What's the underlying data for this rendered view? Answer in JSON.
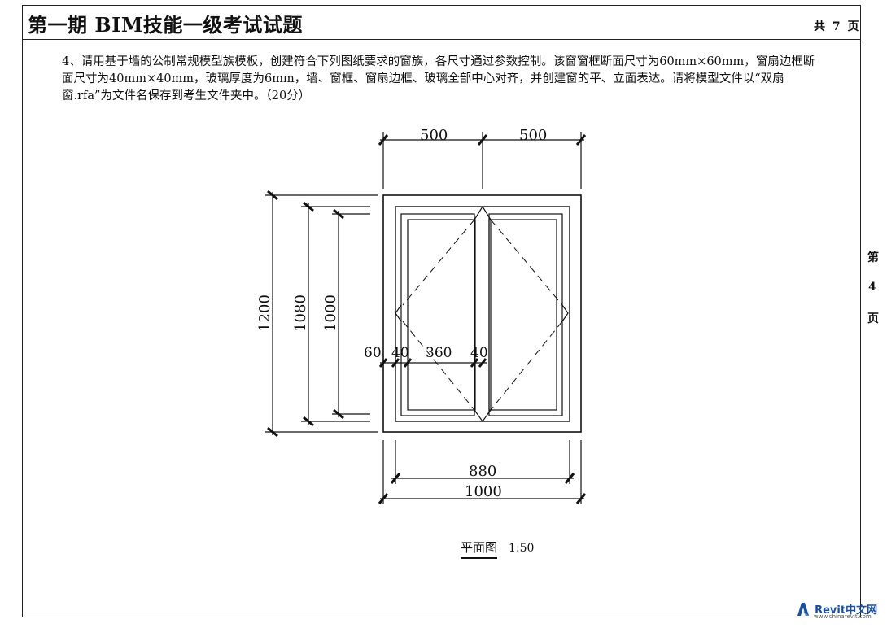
{
  "header": {
    "title": "第一期 BIM技能一级考试试题",
    "total_pages": "共 7 页"
  },
  "side_page": {
    "di": "第",
    "num": "4",
    "ye": "页"
  },
  "question": {
    "text": "4、请用基于墙的公制常规模型族模板，创建符合下列图纸要求的窗族，各尺寸通过参数控制。该窗窗框断面尺寸为60mm×60mm，窗扇边框断面尺寸为40mm×40mm，玻璃厚度为6mm，墙、窗框、窗扇边框、玻璃全部中心对齐，并创建窗的平、立面表达。请将模型文件以“双扇窗.rfa”为文件名保存到考生文件夹中。（20分）"
  },
  "drawing": {
    "dims": {
      "top_left": "500",
      "top_right": "500",
      "left_outer": "1200",
      "left_mid": "1080",
      "left_inner": "1000",
      "mid_60": "60",
      "mid_40a": "40",
      "mid_360": "360",
      "mid_40b": "40",
      "bottom_880": "880",
      "bottom_1000": "1000"
    },
    "caption": "平面图",
    "scale": "1:50"
  },
  "watermark": {
    "brand": "Revit中文网",
    "url": "www.chinarevit.com",
    "color": "#1a4f9c"
  }
}
